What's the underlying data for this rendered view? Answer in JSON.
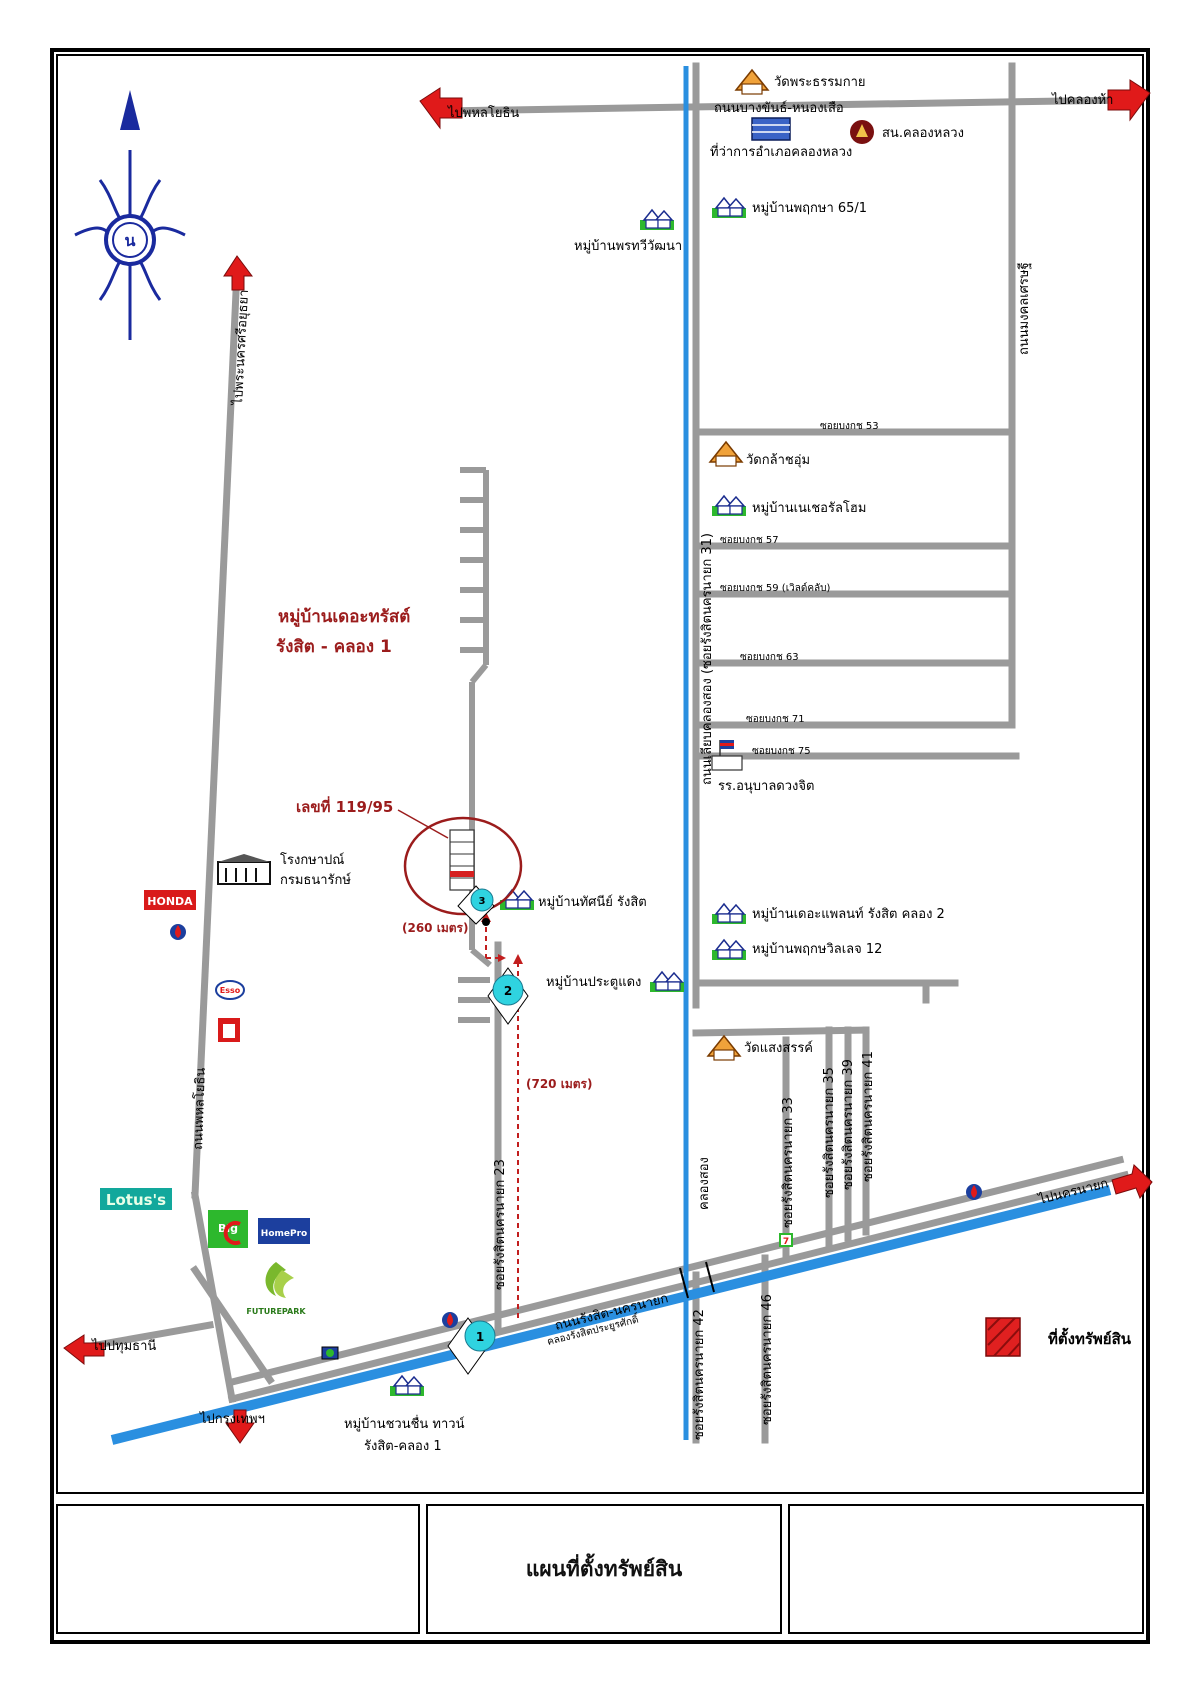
{
  "title": "แผนที่ตั้งทรัพย์สิน",
  "compass": {
    "letter": "น"
  },
  "project": {
    "line1": "หมู่บ้านเดอะทรัสต์",
    "line2": "รังสิต - คลอง 1"
  },
  "house_no": "เลขที่ 119/95",
  "legend": {
    "label": "ที่ตั้งทรัพย์สิน",
    "color": "#d62020"
  },
  "distances": {
    "d1": "(260 เมตร)",
    "d2": "(720 เมตร)"
  },
  "markers": [
    "1",
    "2",
    "3"
  ],
  "directions": {
    "to_phahon_top": "ไปพหลโยธิน",
    "to_khlong_ha": "ไปคลองห้า",
    "to_ayutthaya": "ไปพระนครศรีอยุธยา",
    "to_pathum": "ไปปทุมธานี",
    "to_bangkok": "ไปกรุงเทพฯ",
    "to_nakhon_nayok": "ไปนครนายก"
  },
  "roads": {
    "bang_khan": "ถนนบางขันธ์-หนองเสือ",
    "phahon": "ถนนพหลโยธิน",
    "rangsit_nakhon_nayok": "ถนนรังสิต-นครนายก",
    "canal_prayoon": "คลองรังสิตประยูรศักดิ์",
    "canal_road": "ถนนเลียบคลองสอง (ซอยรังสิตนครนายก 31)",
    "khlong_song": "คลองสอง",
    "mongkol": "ถนนมงคลเศรษฐี",
    "soi23": "ซอยรังสิตนครนายก 23",
    "soi33": "ซอยรังสิตนครนายก 33",
    "soi35": "ซอยรังสิตนครนายก 35",
    "soi39": "ซอยรังสิตนครนายก 39",
    "soi41": "ซอยรังสิตนครนายก 41",
    "soi42": "ซอยรังสิตนครนายก 42",
    "soi46": "ซอยรังสิตนครนายก 46",
    "soi53": "ซอยบงกช 53",
    "soi57": "ซอยบงกช 57",
    "soi59": "ซอยบงกช 59 (เวิลด์คลับ)",
    "soi63": "ซอยบงกช 63",
    "soi71": "ซอยบงกช 71",
    "soi75": "ซอยบงกช 75"
  },
  "places": {
    "wat_phra": "วัดพระธรรมกาย",
    "amphoe": "ที่ว่าการอำเภอคลองหลวง",
    "police": "สน.คลองหลวง",
    "pruksa65": "หมู่บ้านพฤกษา 65/1",
    "porntawee": "หมู่บ้านพรทวีวัฒนา",
    "wat_kla": "วัดกล้าชอุ่ม",
    "nature": "หมู่บ้านเนเชอรัลโฮม",
    "school": "รร.อนุบาลดวงจิต",
    "thanyanee": "หมู่บ้านทัศนีย์ รังสิต",
    "pratu": "หมู่บ้านประตูแดง",
    "plant": "หมู่บ้านเดอะแพลนท์ รังสิต คลอง 2",
    "pruksavil": "หมู่บ้านพฤกษวิลเลจ 12",
    "wat_saeng": "วัดแสงสรรค์",
    "factory_1": "โรงกษาปณ์",
    "factory_2": "กรมธนารักษ์",
    "chuan_1": "หมู่บ้านชวนชื่น ทาวน์",
    "chuan_2": "รังสิต-คลอง 1"
  },
  "brands": {
    "honda": "HONDA",
    "esso": "Esso",
    "lotus": "Lotus's",
    "big": "Big",
    "homepro": "HomePro",
    "future": "FUTUREPARK"
  },
  "colors": {
    "road": "#9a9a9a",
    "canal": "#2a8fe0",
    "arrow": "#e01a1a",
    "house_green": "#2db82d",
    "compass": "#1a2a9e"
  }
}
